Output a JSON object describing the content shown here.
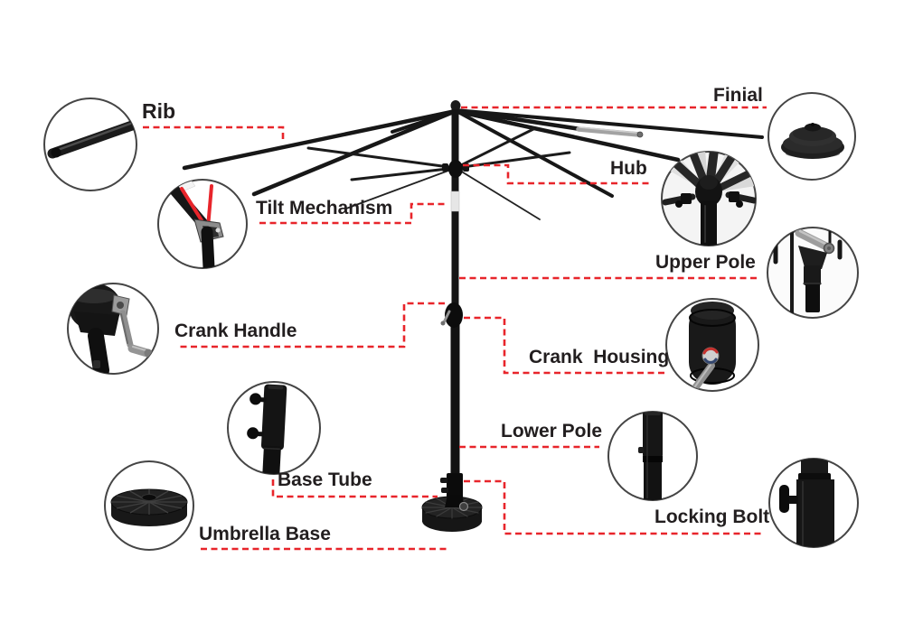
{
  "diagram": {
    "type": "patio-umbrella-parts-diagram",
    "labels": {
      "rib": "Rib",
      "finial": "Finial",
      "tilt_mechanism": "Tilt Mechanism",
      "hub": "Hub",
      "upper_pole": "Upper Pole",
      "crank_handle": "Crank Handle",
      "crank_housing": "Crank  Housing",
      "lower_pole": "Lower Pole",
      "base_tube": "Base Tube",
      "umbrella_base": "Umbrella Base",
      "locking_bolt": "Locking Bolt"
    },
    "colors": {
      "callout_line": "#e8252b",
      "label_text": "#221e1f",
      "frame_dark": "#171717",
      "background": "#ffffff"
    }
  }
}
